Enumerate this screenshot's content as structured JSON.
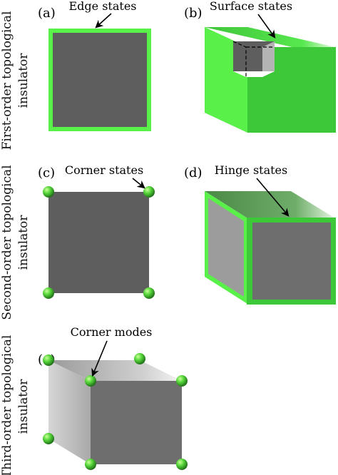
{
  "panels": {
    "a": {
      "tag": "(a)",
      "label": "Edge states"
    },
    "b": {
      "tag": "(b)",
      "label": "Surface states"
    },
    "c": {
      "tag": "(c)",
      "label": "Corner states"
    },
    "d": {
      "tag": "(d)",
      "label": "Hinge states"
    },
    "e": {
      "tag": "(e)",
      "label": "Corner modes"
    }
  },
  "rows": [
    {
      "line1": "First-order topological",
      "line2": "insulator"
    },
    {
      "line1": "Second-order topological",
      "line2": "insulator"
    },
    {
      "line1": "Third-order topological",
      "line2": "insulator"
    }
  ],
  "colors": {
    "green_bright": "#5af04a",
    "green_mid": "#3dc83a",
    "green_dark": "#2e9a2a",
    "gray_dark": "#5e5e5e",
    "gray_mid": "#6e6e6e",
    "gray_light": "#bdbdbd",
    "gray_top": "#a8a8a8"
  }
}
